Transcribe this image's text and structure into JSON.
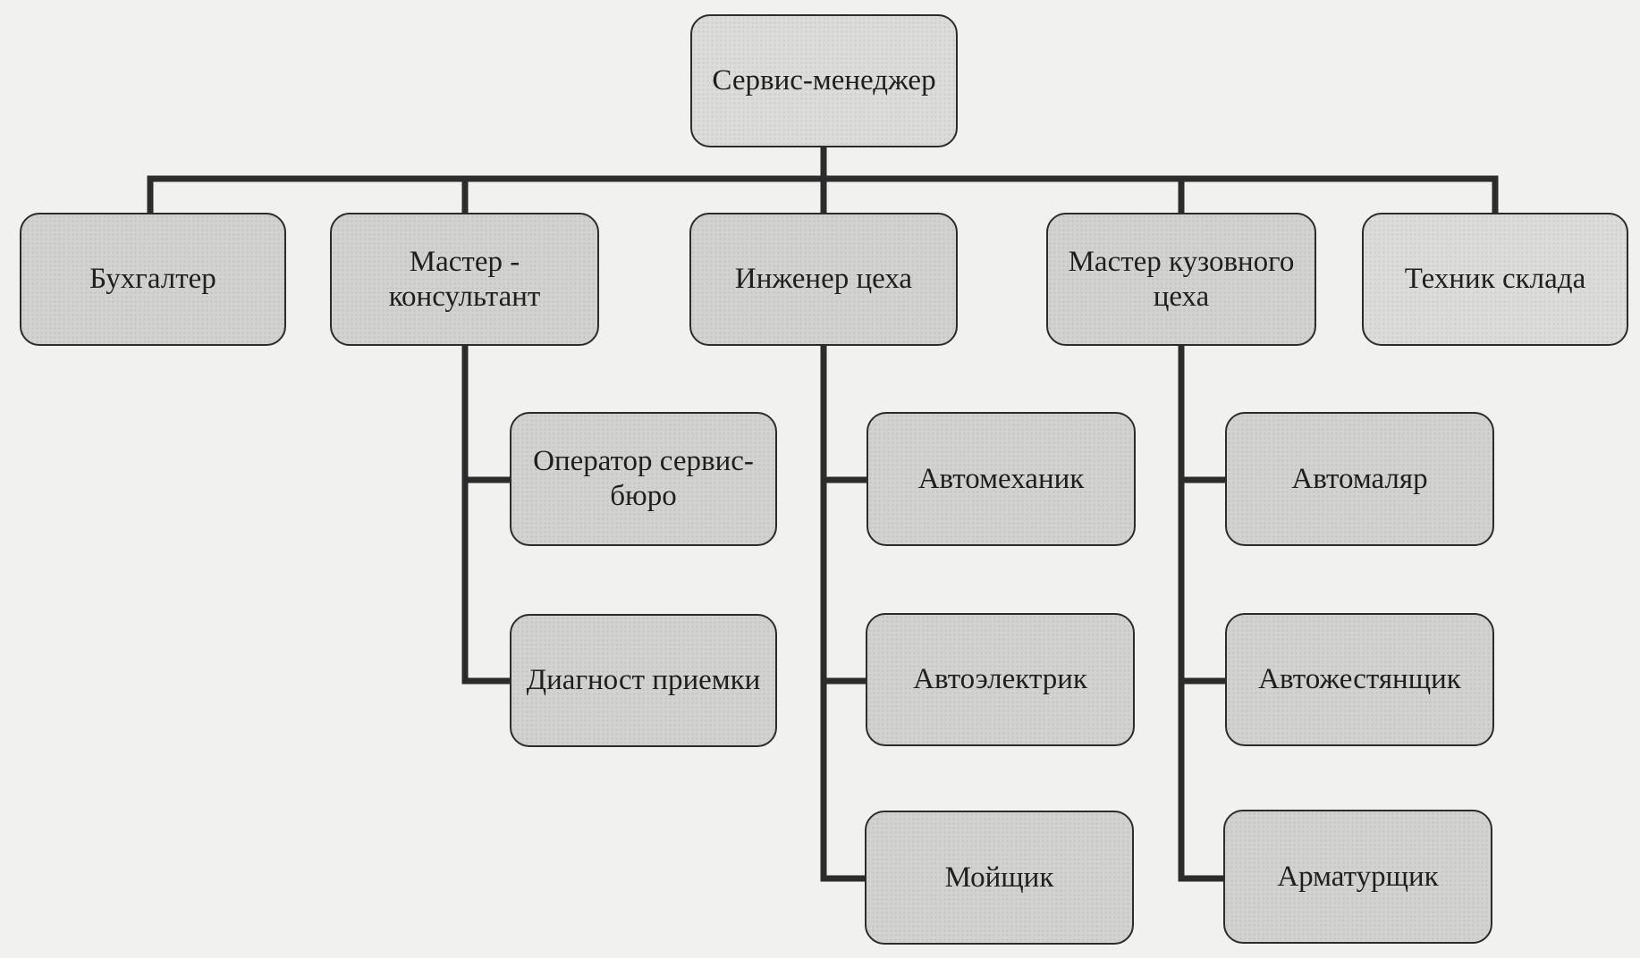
{
  "diagram": {
    "root": "Сервис-менеджер",
    "departments": [
      {
        "id": "buh",
        "label": "Бухгалтер"
      },
      {
        "id": "master",
        "label": "Мастер -\nконсультант"
      },
      {
        "id": "engineer",
        "label": "Инженер цеха"
      },
      {
        "id": "body_master",
        "label": "Мастер кузовного\nцеха"
      },
      {
        "id": "warehouse",
        "label": "Техник склада"
      }
    ],
    "master_staff": [
      {
        "label": "Оператор сервис-\nбюро"
      },
      {
        "label": "Диагност приемки"
      }
    ],
    "engineer_staff": [
      {
        "label": "Автомеханик"
      },
      {
        "label": "Автоэлектрик"
      },
      {
        "label": "Мойщик"
      }
    ],
    "body_master_staff": [
      {
        "label": "Автомаляр"
      },
      {
        "label": "Автожестянщик"
      },
      {
        "label": "Арматурщик"
      }
    ]
  }
}
